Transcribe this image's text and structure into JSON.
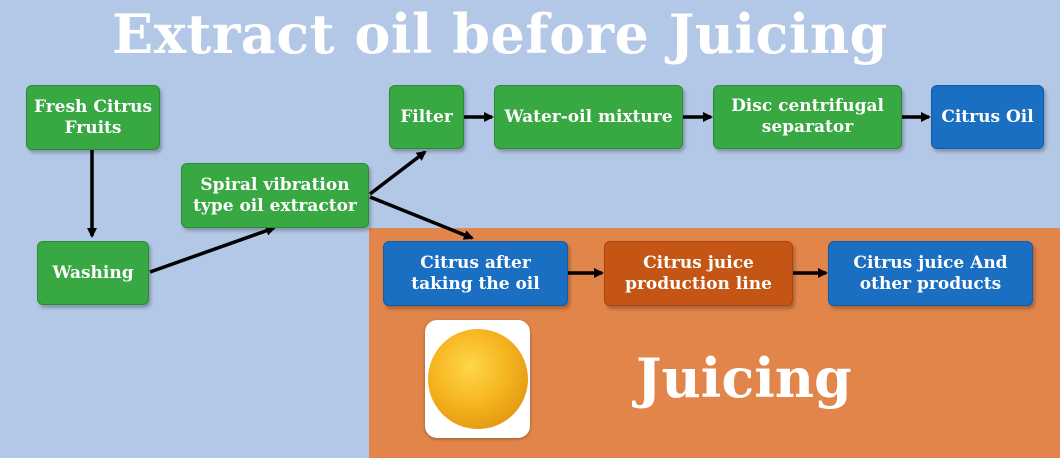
{
  "diagram": {
    "title": "Extract oil before Juicing",
    "juicing_title": "Juicing",
    "nodes": {
      "fresh": "Fresh Citrus Fruits",
      "washing": "Washing",
      "spiral": "Spiral vibration type oil extractor",
      "filter": "Filter",
      "water_oil": "Water-oil mixture",
      "disc": "Disc centrifugal separator",
      "citrus_oil": "Citrus Oil",
      "after_oil": "Citrus after taking the oil",
      "juice_line": "Citrus juice production line",
      "products": "Citrus juice And other products"
    },
    "edges": [
      {
        "from": "fresh",
        "to": "washing"
      },
      {
        "from": "washing",
        "to": "spiral"
      },
      {
        "from": "spiral",
        "to": "filter"
      },
      {
        "from": "spiral",
        "to": "after_oil"
      },
      {
        "from": "filter",
        "to": "water_oil"
      },
      {
        "from": "water_oil",
        "to": "disc"
      },
      {
        "from": "disc",
        "to": "citrus_oil"
      },
      {
        "from": "after_oil",
        "to": "juice_line"
      },
      {
        "from": "juice_line",
        "to": "products"
      }
    ],
    "colors": {
      "background": "#b3c7e6",
      "juicing_zone": "#e2854a",
      "process_green": "#38a843",
      "product_blue": "#1a6fc2",
      "line_orange": "#c55514",
      "arrow": "#000000"
    }
  }
}
